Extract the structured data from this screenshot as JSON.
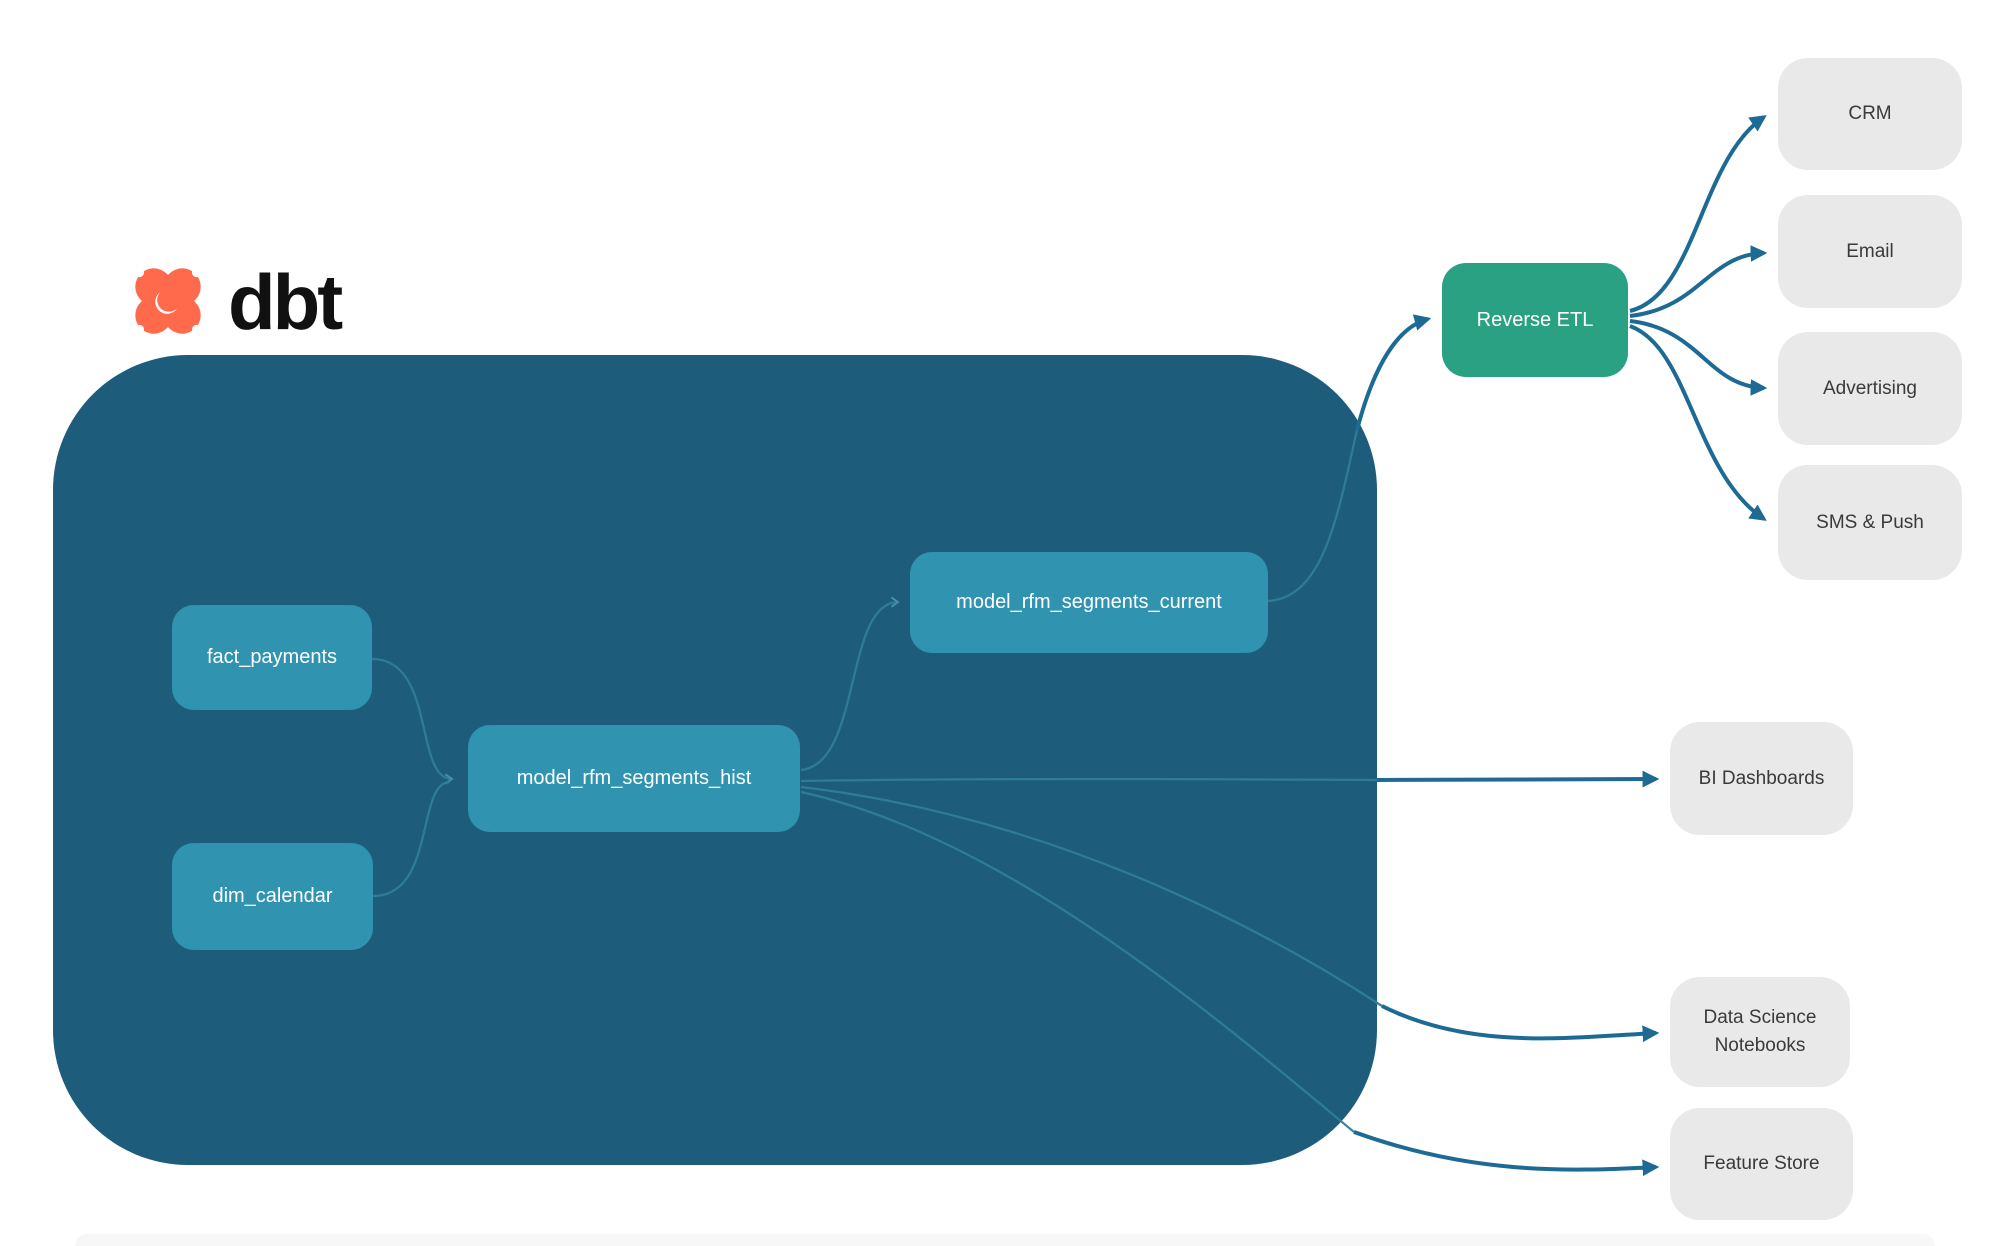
{
  "brand": {
    "name": "dbt"
  },
  "colors": {
    "container": "#1d5d7b",
    "node_teal": "#3093b0",
    "node_green": "#2ba184",
    "node_gray": "#e9e9e9",
    "edge_dark": "#1d6b94",
    "edge_faint": "#2f7d9c",
    "logo_orange": "#ff6a4c",
    "wordmark_black": "#111111"
  },
  "nodes": {
    "fact_payments": {
      "label": "fact_payments"
    },
    "dim_calendar": {
      "label": "dim_calendar"
    },
    "model_rfm_segments_hist": {
      "label": "model_rfm_segments_hist"
    },
    "model_rfm_segments_current": {
      "label": "model_rfm_segments_current"
    },
    "reverse_etl": {
      "label": "Reverse ETL"
    },
    "crm": {
      "label": "CRM"
    },
    "email": {
      "label": "Email"
    },
    "advertising": {
      "label": "Advertising"
    },
    "sms_push": {
      "label": "SMS & Push"
    },
    "bi_dashboards": {
      "label": "BI Dashboards"
    },
    "ds_notebooks": {
      "label": "Data Science Notebooks"
    },
    "feature_store": {
      "label": "Feature Store"
    }
  },
  "edges": [
    {
      "from": "fact_payments",
      "to": "model_rfm_segments_hist"
    },
    {
      "from": "dim_calendar",
      "to": "model_rfm_segments_hist"
    },
    {
      "from": "model_rfm_segments_hist",
      "to": "model_rfm_segments_current"
    },
    {
      "from": "model_rfm_segments_current",
      "to": "reverse_etl"
    },
    {
      "from": "reverse_etl",
      "to": "crm"
    },
    {
      "from": "reverse_etl",
      "to": "email"
    },
    {
      "from": "reverse_etl",
      "to": "advertising"
    },
    {
      "from": "reverse_etl",
      "to": "sms_push"
    },
    {
      "from": "model_rfm_segments_hist",
      "to": "bi_dashboards"
    },
    {
      "from": "model_rfm_segments_hist",
      "to": "ds_notebooks"
    },
    {
      "from": "model_rfm_segments_hist",
      "to": "feature_store"
    }
  ]
}
